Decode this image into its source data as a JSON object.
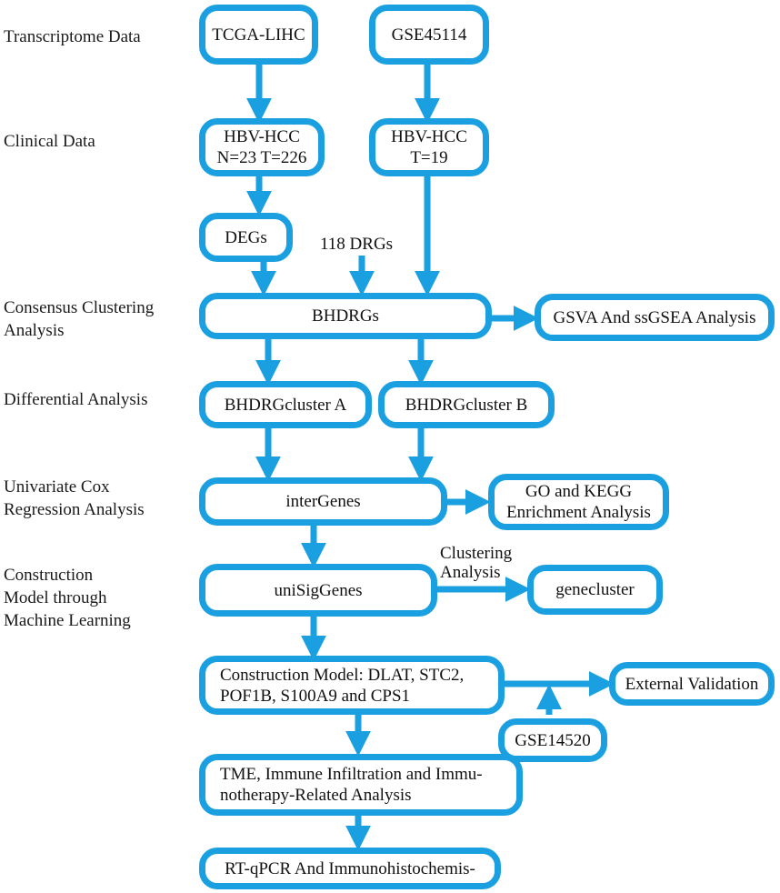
{
  "colors": {
    "accent": "#1aa0e0",
    "text": "#111111",
    "background": "#ffffff"
  },
  "stages": {
    "transcriptome": "Transcriptome Data",
    "clinical": "Clinical Data",
    "consensus": "Consensus Clustering\nAnalysis",
    "differential": "Differential Analysis",
    "univariate": "Univariate Cox\nRegression Analysis",
    "construction": "Construction\nModel through\nMachine Learning"
  },
  "nodes": {
    "tcga": "TCGA-LIHC",
    "gse45114": "GSE45114",
    "hbv_left": "HBV-HCC\nN=23 T=226",
    "hbv_right": "HBV-HCC\nT=19",
    "degs": "DEGs",
    "bhdrgs": "BHDRGs",
    "gsva": "GSVA And ssGSEA Analysis",
    "cluster_a": "BHDRGcluster A",
    "cluster_b": "BHDRGcluster B",
    "intergenes": "interGenes",
    "go_kegg": "GO and KEGG\nEnrichment Analysis",
    "unisiggenes": "uniSigGenes",
    "genecluster": "genecluster",
    "model": "Construction Model: DLAT, STC2,\nPOF1B, S100A9 and CPS1",
    "external": "External Validation",
    "gse14520": "GSE14520",
    "tme": "TME, Immune Infiltration and Immu-\nnotherapy-Related Analysis",
    "rtqpcr": "RT-qPCR And Immunohistochemis-"
  },
  "labels": {
    "drgs": "118 DRGs",
    "clustering": "Clustering\nAnalysis"
  }
}
